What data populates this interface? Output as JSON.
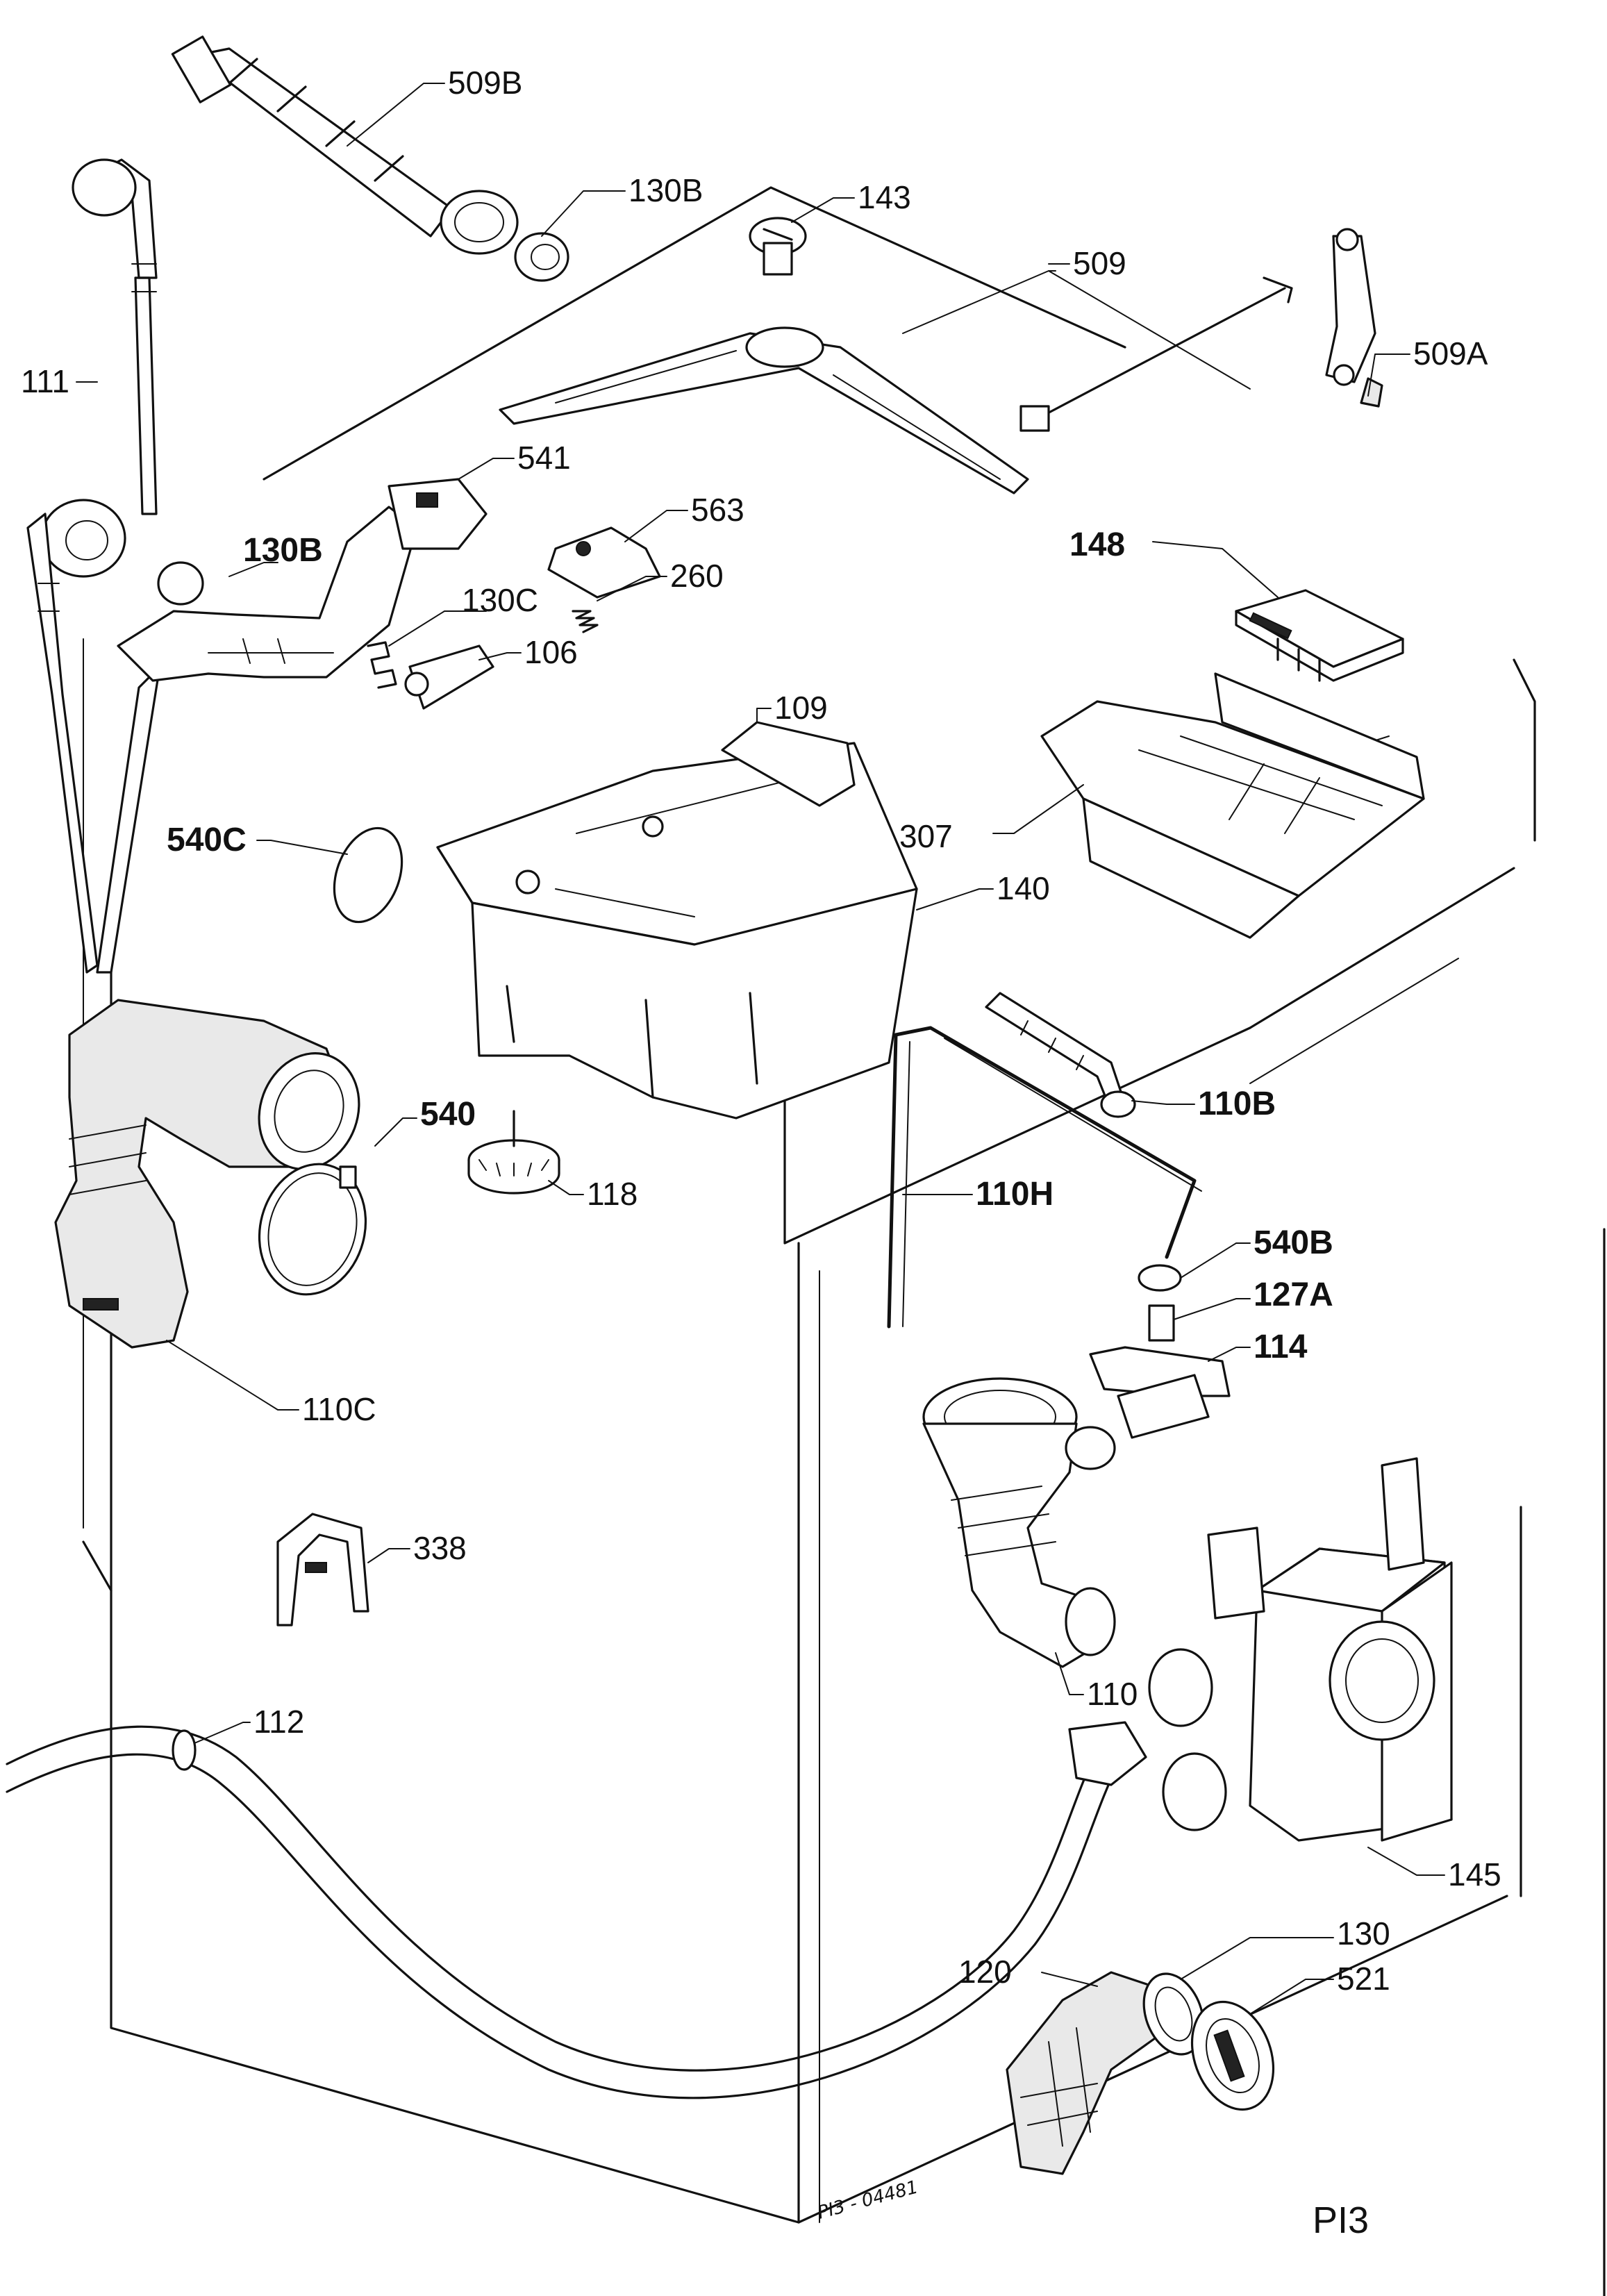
{
  "diagram": {
    "page_code": "PI3",
    "drawing_number": "PI3 - 04481",
    "part_labels": [
      {
        "id": "509B",
        "text": "509B"
      },
      {
        "id": "130B-top",
        "text": "130B"
      },
      {
        "id": "143",
        "text": "143"
      },
      {
        "id": "509",
        "text": "509"
      },
      {
        "id": "509A",
        "text": "509A"
      },
      {
        "id": "111",
        "text": "111"
      },
      {
        "id": "541",
        "text": "541"
      },
      {
        "id": "563",
        "text": "563"
      },
      {
        "id": "130B-mid",
        "text": "130B"
      },
      {
        "id": "260",
        "text": "260"
      },
      {
        "id": "130C",
        "text": "130C"
      },
      {
        "id": "106",
        "text": "106"
      },
      {
        "id": "148",
        "text": "148"
      },
      {
        "id": "109",
        "text": "109"
      },
      {
        "id": "540C",
        "text": "540C"
      },
      {
        "id": "307",
        "text": "307"
      },
      {
        "id": "140",
        "text": "140"
      },
      {
        "id": "110B",
        "text": "110B"
      },
      {
        "id": "540",
        "text": "540"
      },
      {
        "id": "118",
        "text": "118"
      },
      {
        "id": "110H",
        "text": "110H"
      },
      {
        "id": "540B",
        "text": "540B"
      },
      {
        "id": "127A",
        "text": "127A"
      },
      {
        "id": "114",
        "text": "114"
      },
      {
        "id": "110C",
        "text": "110C"
      },
      {
        "id": "338",
        "text": "338"
      },
      {
        "id": "110",
        "text": "110"
      },
      {
        "id": "112",
        "text": "112"
      },
      {
        "id": "145",
        "text": "145"
      },
      {
        "id": "130",
        "text": "130"
      },
      {
        "id": "120",
        "text": "120"
      },
      {
        "id": "521",
        "text": "521"
      }
    ]
  }
}
